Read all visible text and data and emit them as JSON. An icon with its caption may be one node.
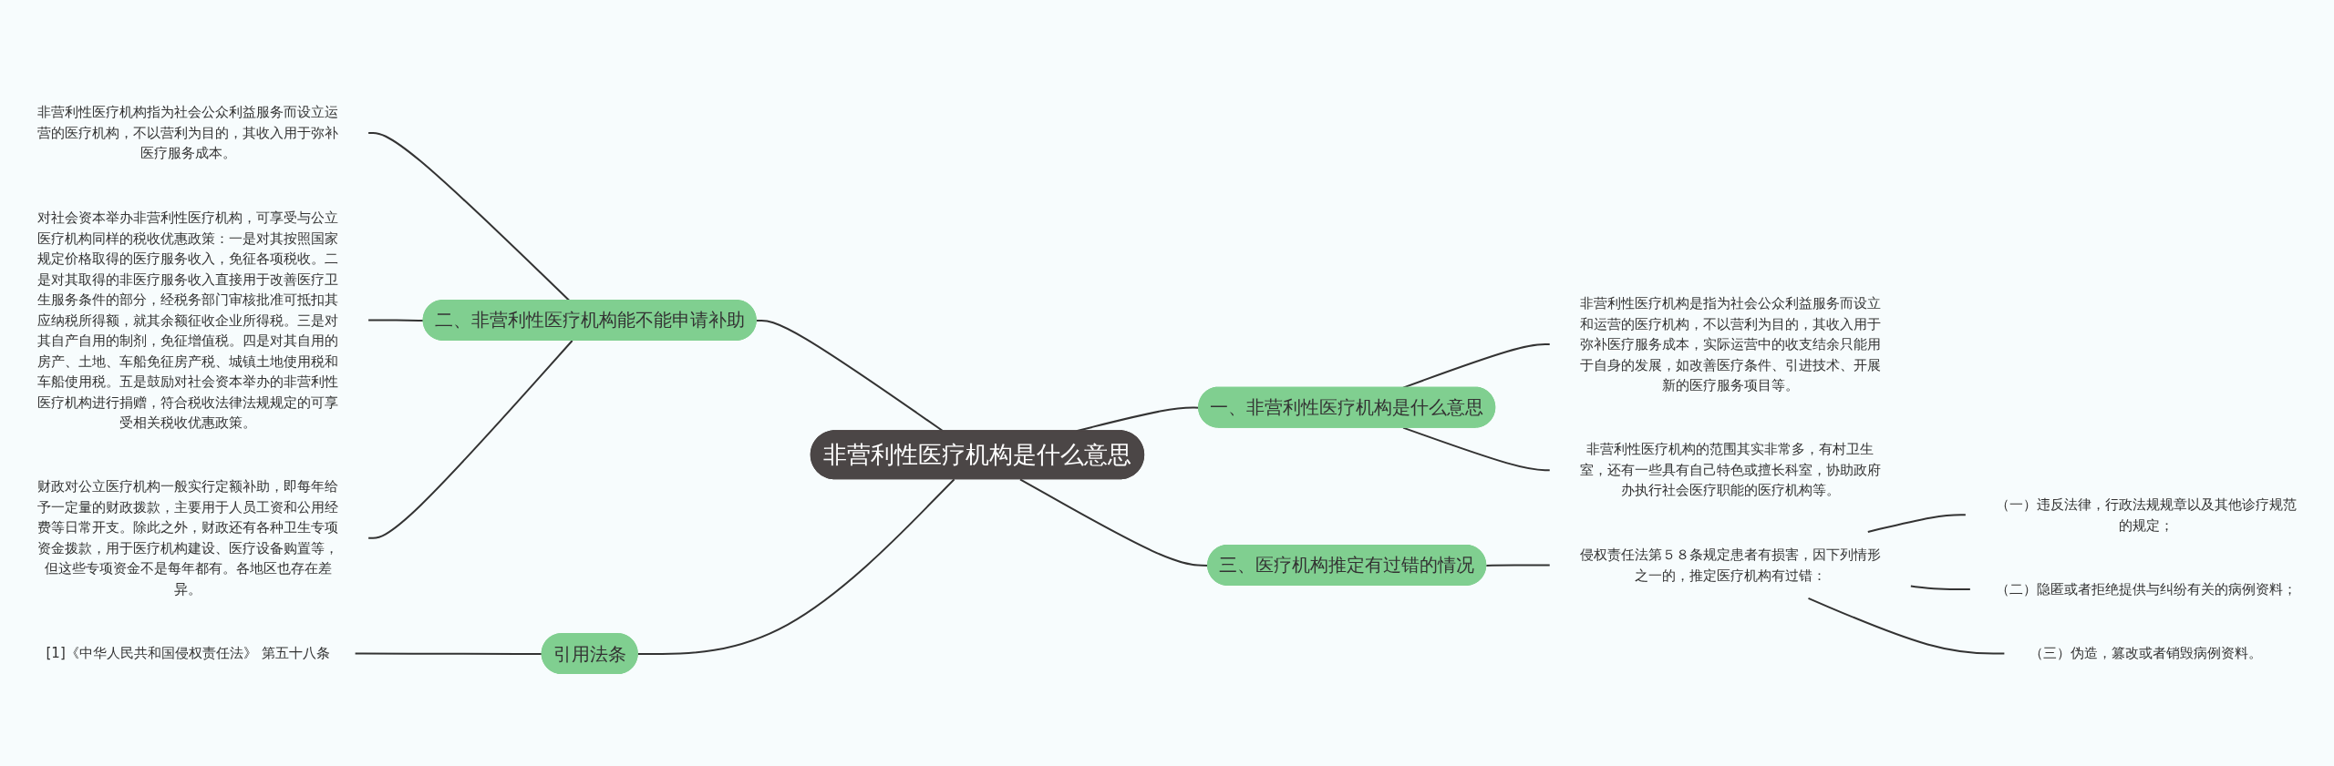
{
  "diagram": {
    "nodes": [
      {
        "text": [
          "非营利性医疗机构是什么意思"
        ]
      },
      {
        "text": [
          "一、非营利性医疗机构是什么意思"
        ]
      },
      {
        "text": [
          "非营利性医疗机构是指为社会公众利益服务而设立和运营的医疗机构，不以营利为目的，其收入用于弥补医疗服务成本，实际运营中的收支结余只能用于自身的发展，如改善医疗条件、引进技术、开展新的医疗服务项目等。"
        ]
      },
      {
        "text": [
          "非营利性医疗机构的范围其实非常多，有村卫生室，还有一些具有自己特色或擅长科室，协助政府办执行社会医疗职能的医疗机构等。"
        ]
      },
      {
        "text": [
          "三、医疗机构推定有过错的情况"
        ]
      },
      {
        "text": [
          "侵权责任法第５８条规定患者有损害，因下列情形之一的，推定医疗机构有过错："
        ]
      },
      {
        "text": [
          "（一）违反法律，行政法规规章以及其他诊疗规范的规定；"
        ]
      },
      {
        "text": [
          "（二）隐匿或者拒绝提供与纠纷有关的病例资料；"
        ]
      },
      {
        "text": [
          "（三）伪造，篡改或者销毁病例资料。"
        ]
      },
      {
        "text": [
          "二、非营利性医疗机构能不能申请补助"
        ]
      },
      {
        "text": [
          "非营利性医疗机构指为社会公众利益服务而设立运营的医疗机构，不以营利为目的，其收入用于弥补医疗服务成本。"
        ]
      },
      {
        "text": [
          "对社会资本举办非营利性医疗机构，可享受与公立医疗机构同样的税收优惠政策：一是对其按照国家规定价格取得的医疗服务收入，免征各项税收。二是对其取得的非医疗服务收入直接用于改善医疗卫生服务条件的部分，经税务部门审核批准可抵扣其应纳税所得额，就其余额征收企业所得税。三是对其自产自用的制剂，免征增值税。四是对其自用的房产、土地、车船免征房产税、城镇土地使用税和车船使用税。五是鼓励对社会资本举办的非营利性医疗机构进行捐赠，符合税收法律法规规定的可享受相关税收优惠政策。"
        ]
      },
      {
        "text": [
          "财政对公立医疗机构一般实行定额补助，即每年给予一定量的财政拨款，主要用于人员工资和公用经费等日常开支。除此之外，财政还有各种卫生专项资金拨款，用于医疗机构建设、医疗设备购置等，但这些专项资金不是每年都有。各地区也存在差异。"
        ]
      },
      {
        "text": [
          "引用法条"
        ]
      },
      {
        "text": [
          "[1]《中华人民共和国侵权责任法》 第五十八条"
        ]
      }
    ],
    "edges": [
      {
        "from": 0,
        "to": 1,
        "arrow": "none"
      },
      {
        "from": 1,
        "to": 2,
        "arrow": "none"
      },
      {
        "from": 1,
        "to": 3,
        "arrow": "none"
      },
      {
        "from": 0,
        "to": 4,
        "arrow": "none"
      },
      {
        "from": 4,
        "to": 5,
        "arrow": "none"
      },
      {
        "from": 5,
        "to": 6,
        "arrow": "none"
      },
      {
        "from": 5,
        "to": 7,
        "arrow": "none"
      },
      {
        "from": 5,
        "to": 8,
        "arrow": "none"
      },
      {
        "from": 9,
        "to": 0,
        "arrow": "none"
      },
      {
        "from": 10,
        "to": 9,
        "arrow": "none"
      },
      {
        "from": 11,
        "to": 9,
        "arrow": "none"
      },
      {
        "from": 12,
        "to": 9,
        "arrow": "none"
      },
      {
        "from": 13,
        "to": 0,
        "arrow": "none"
      },
      {
        "from": 14,
        "to": 13,
        "arrow": "none"
      }
    ]
  }
}
